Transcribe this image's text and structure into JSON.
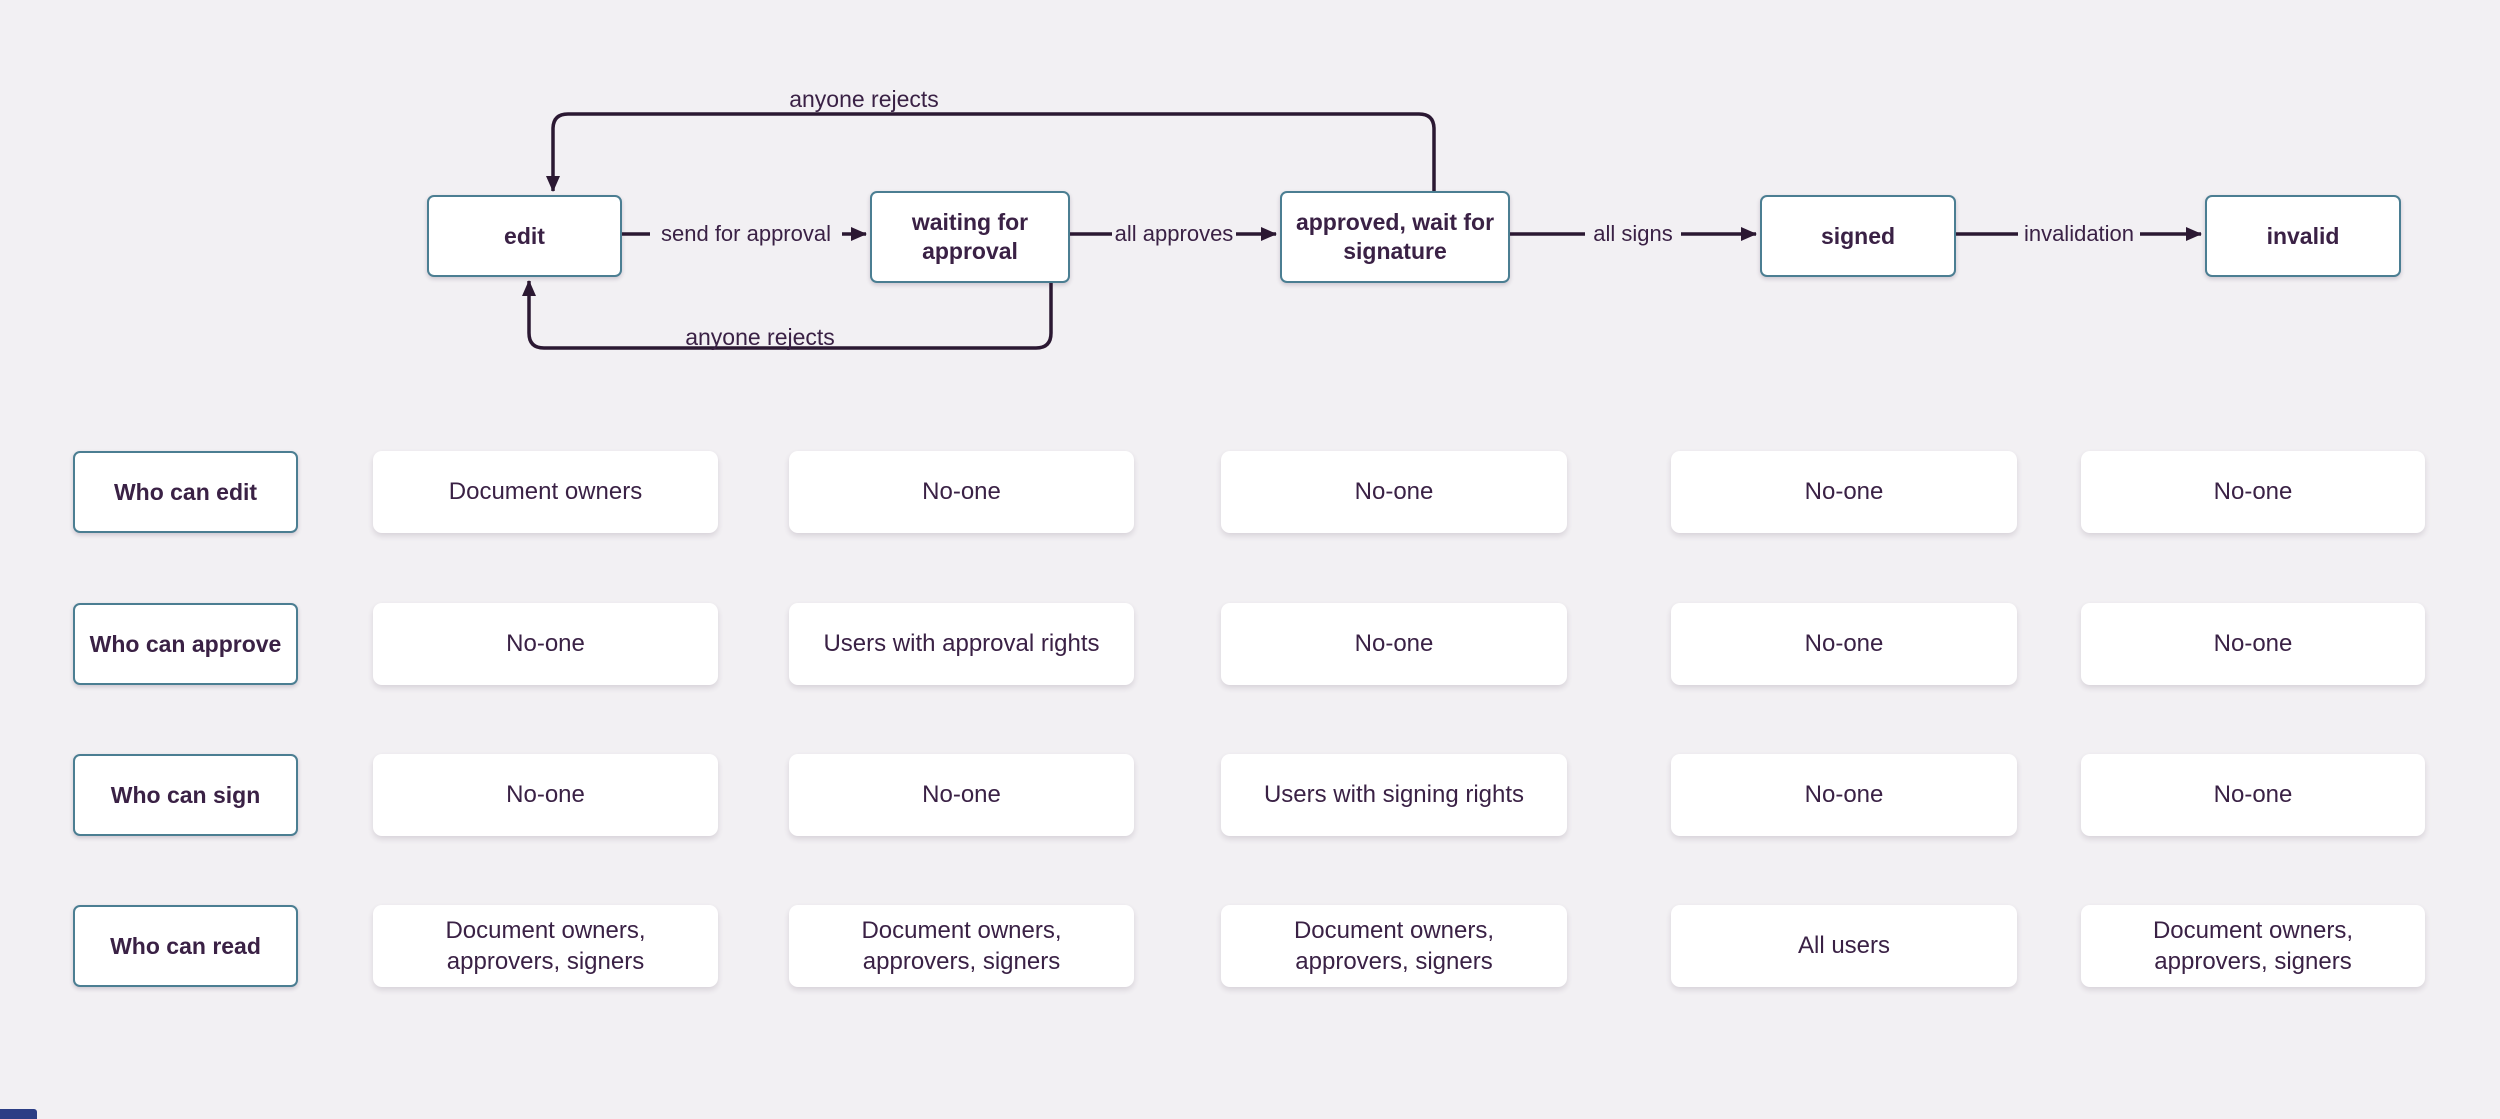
{
  "colors": {
    "background": "#f2f0f3",
    "box_border": "#4b7e92",
    "text": "#3a2145",
    "arrow": "#2b1832",
    "cell_background": "#ffffff",
    "bottom_left_accent": "#2c3e85"
  },
  "flow": {
    "states": [
      {
        "label": "edit"
      },
      {
        "label": "waiting for approval"
      },
      {
        "label": "approved, wait for signature"
      },
      {
        "label": "signed"
      },
      {
        "label": "invalid"
      }
    ],
    "transitions": {
      "send_for_approval": "send for approval",
      "all_approves": "all approves",
      "all_signs": "all signs",
      "invalidation": "invalidation",
      "anyone_rejects_top": "anyone rejects",
      "anyone_rejects_bottom": "anyone rejects"
    }
  },
  "matrix": {
    "rows": [
      {
        "header": "Who can edit",
        "cells": [
          "Document owners",
          "No-one",
          "No-one",
          "No-one",
          "No-one"
        ]
      },
      {
        "header": "Who can approve",
        "cells": [
          "No-one",
          "Users with approval rights",
          "No-one",
          "No-one",
          "No-one"
        ]
      },
      {
        "header": "Who can sign",
        "cells": [
          "No-one",
          "No-one",
          "Users with signing rights",
          "No-one",
          "No-one"
        ]
      },
      {
        "header": "Who can read",
        "cells": [
          "Document owners, approvers, signers",
          "Document owners, approvers, signers",
          "Document owners, approvers, signers",
          "All users",
          "Document owners, approvers, signers"
        ]
      }
    ]
  }
}
